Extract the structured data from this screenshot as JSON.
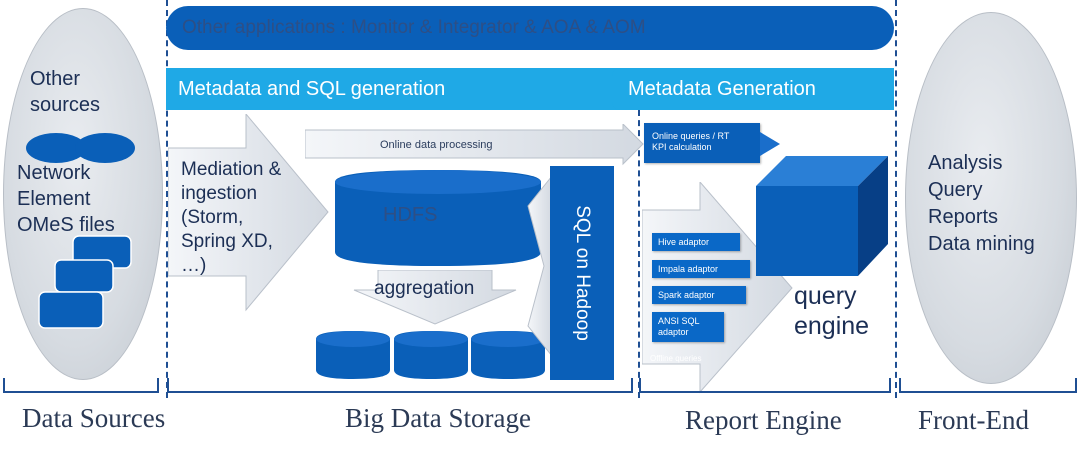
{
  "top_bar": "Other applications : Monitor & Integrator & AOA & AOM",
  "sql_gen_bar": "Metadata and SQL generation",
  "meta_gen_bar": "Metadata Generation",
  "data_sources": {
    "other_sources": [
      "Other",
      "sources"
    ],
    "network_element": [
      "Network",
      "Element",
      "OMeS files"
    ]
  },
  "mediation": [
    "Mediation &",
    "ingestion",
    "(Storm,",
    "Spring XD,",
    "…)"
  ],
  "online_processing": "Online data processing",
  "hdfs": "HDFS",
  "aggregation": "aggregation",
  "sql_on_hadoop": "SQL on Hadoop",
  "online_queries": [
    "Online queries / RT",
    "KPI calculation"
  ],
  "adaptors": [
    "Hive adaptor",
    "Impala adaptor",
    "Spark adaptor",
    "ANSI SQL adaptor"
  ],
  "offline_queries": "Offline queries",
  "query_engine": [
    "query",
    "engine"
  ],
  "front_end_items": [
    "Analysis",
    "Query",
    "Reports",
    "Data mining"
  ],
  "sections": [
    "Data Sources",
    "Big Data Storage",
    "Report Engine",
    "Front-End"
  ],
  "colors": {
    "dark_blue": "#0a5fb8",
    "bar_blue": "#1fa9e6",
    "navy": "#1f4f93"
  }
}
